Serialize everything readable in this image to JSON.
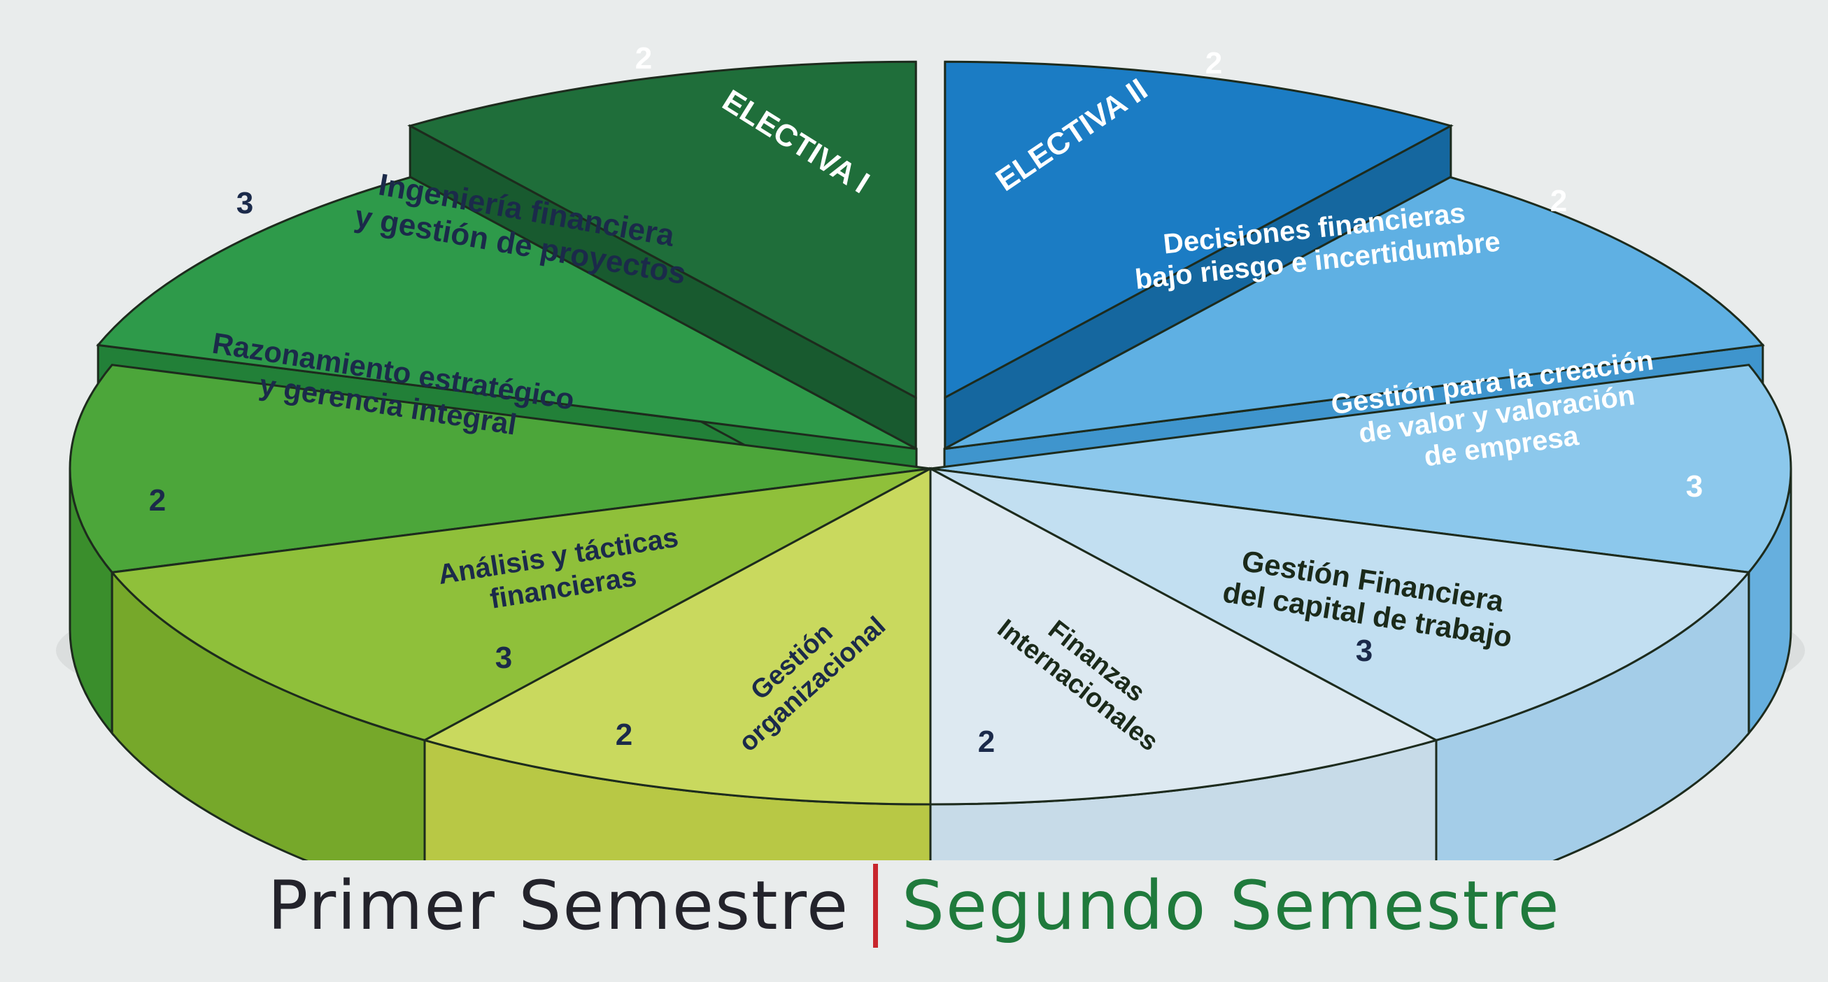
{
  "colors": {
    "background": "#e9ecec",
    "first_semester_text": "#23232b",
    "second_semester_text": "#1f7a3c",
    "divider": "#c8262d"
  },
  "diagram": {
    "slices": [
      {
        "id": "electiva-1",
        "label": [
          "ELECTIVA I"
        ],
        "credits": "2",
        "semester": "first",
        "top": "#1b7cc4",
        "side": "#15679f",
        "text": "#ffffff"
      },
      {
        "id": "ingenieria-financiera",
        "label": [
          "Ingeniería financiera",
          "y gestión de proyectos"
        ],
        "credits": "3",
        "semester": "first",
        "top": "#5fb0e3",
        "side": "#3f95cd",
        "text": "#1b2a4a"
      },
      {
        "id": "razonamiento-estrategico",
        "label": [
          "Razonamiento estratégico",
          "y gerencia integral"
        ],
        "credits": "2",
        "semester": "first",
        "top": "#8cc8ec",
        "side": "#66afde",
        "text": "#1b2a4a"
      },
      {
        "id": "analisis-tacticas",
        "label": [
          "Análisis y tácticas",
          "financieras"
        ],
        "credits": "3",
        "semester": "first",
        "top": "#c2dff1",
        "side": "#a4cde8",
        "text": "#1b2a4a"
      },
      {
        "id": "gestion-organizacional",
        "label": [
          "Gestión",
          "organizacional"
        ],
        "credits": "2",
        "semester": "first",
        "top": "#dde9f1",
        "side": "#c7dbe8",
        "text": "#1b2a4a"
      },
      {
        "id": "finanzas-internacionales",
        "label": [
          "Finanzas",
          "Internacionales"
        ],
        "credits": "2",
        "semester": "second",
        "top": "#c9d95e",
        "side": "#b8c845",
        "text": "#1b2a1a"
      },
      {
        "id": "gestion-capital-trabajo",
        "label": [
          "Gestión Financiera",
          "del capital de trabajo"
        ],
        "credits": "3",
        "semester": "second",
        "top": "#8fc03a",
        "side": "#76a82a",
        "text": "#1b2a1a"
      },
      {
        "id": "gestion-creacion-valor",
        "label": [
          "Gestión para la creación",
          "de valor y valoración",
          "de empresa"
        ],
        "credits": "3",
        "semester": "second",
        "top": "#4ca63a",
        "side": "#3a8e2c",
        "text": "#ffffff"
      },
      {
        "id": "decisiones-financieras",
        "label": [
          "Decisiones financieras",
          "bajo riesgo e incertidumbre"
        ],
        "credits": "2",
        "semester": "second",
        "top": "#2e9a4a",
        "side": "#228038",
        "text": "#ffffff"
      },
      {
        "id": "electiva-2",
        "label": [
          "ELECTIVA II"
        ],
        "credits": "2",
        "semester": "second",
        "top": "#1f6e3a",
        "side": "#185a2f",
        "text": "#ffffff"
      }
    ]
  },
  "footer": {
    "first_semester": "Primer Semestre",
    "second_semester": "Segundo Semestre"
  }
}
